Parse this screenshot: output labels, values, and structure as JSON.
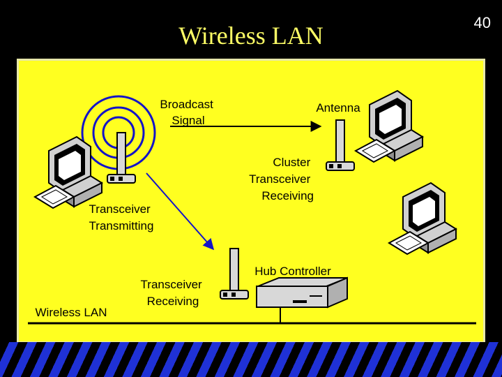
{
  "slide": {
    "title": "Wireless LAN",
    "number": "40"
  },
  "labels": {
    "broadcast_signal": [
      "Broadcast",
      "Signal"
    ],
    "antenna": "Antenna",
    "cluster": [
      "Cluster",
      "Transceiver",
      "Receiving"
    ],
    "transceiver_transmitting": [
      "Transceiver",
      "Transmitting"
    ],
    "hub_controller": "Hub Controller",
    "transceiver_receiving": [
      "Transceiver",
      "Receiving"
    ],
    "wireless_lan": "Wireless LAN"
  },
  "colors": {
    "background": "#000000",
    "title": "#ffff66",
    "panel": "#ffff20",
    "signal_waves": "#1414c8",
    "stripes": "#1f31d6"
  },
  "icons": [
    "computer-icon",
    "antenna-icon",
    "hub-device-icon",
    "signal-waves-icon"
  ]
}
